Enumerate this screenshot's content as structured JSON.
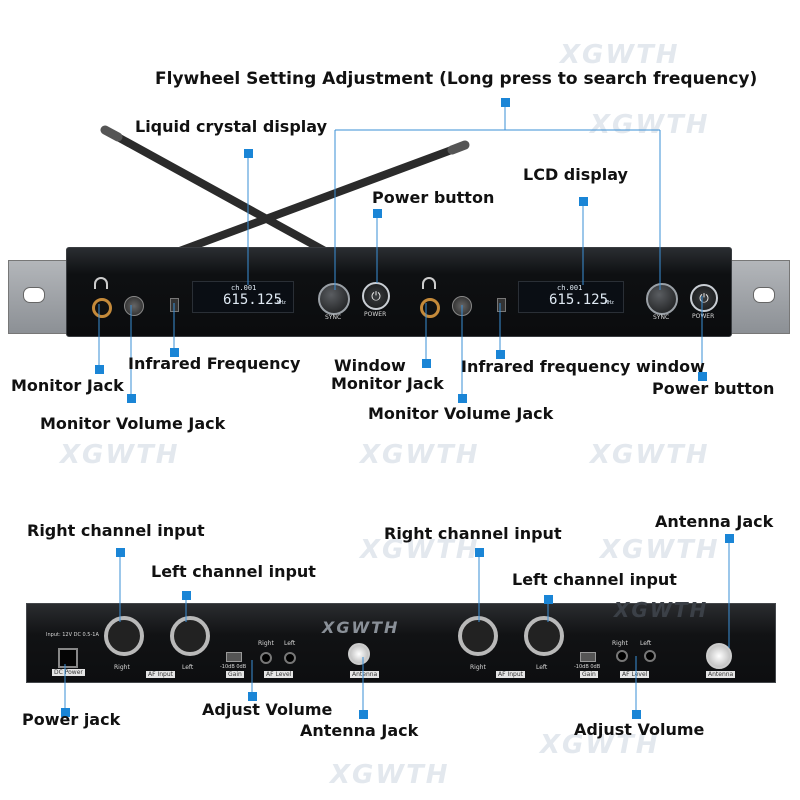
{
  "watermark_text": "XGWTH",
  "front_panel": {
    "channel1": {
      "display_top": "ch.001",
      "display_freq": "615.125",
      "display_unit": "MHz"
    },
    "channel2": {
      "display_top": "ch.001",
      "display_freq": "615.125",
      "display_unit": "MHz"
    },
    "sync_label": "SYNC",
    "power_label": "POWER"
  },
  "rear_panel": {
    "dc_input_text": "Input: 12V DC 0.5-1A",
    "dc_power_label": "DC Power",
    "right_label": "Right",
    "left_label": "Left",
    "af_input_label": "AF Input",
    "gain_label": "Gain",
    "gain_values": "-10dB  0dB",
    "af_level_label": "AF Level",
    "antenna_label": "Antenna",
    "brand": "XGWTH"
  },
  "labels": {
    "flywheel": "Flywheel Setting Adjustment (Long press to search frequency)",
    "liquid_crystal_display": "Liquid crystal display",
    "power_button_1": "Power button",
    "lcd_display": "LCD display",
    "monitor_jack_1": "Monitor Jack",
    "infrared_frequency": "Infrared Frequency",
    "window": "Window",
    "monitor_jack_2": "Monitor Jack",
    "infrared_frequency_window": "Infrared frequency window",
    "power_button_2": "Power button",
    "monitor_volume_jack_1": "Monitor Volume Jack",
    "monitor_volume_jack_2": "Monitor Volume Jack",
    "right_channel_input_1": "Right channel input",
    "right_channel_input_2": "Right channel input",
    "antenna_jack_1": "Antenna Jack",
    "left_channel_input_1": "Left channel input",
    "left_channel_input_2": "Left channel input",
    "power_jack": "Power jack",
    "adjust_volume_1": "Adjust Volume",
    "antenna_jack_2": "Antenna Jack",
    "adjust_volume_2": "Adjust Volume"
  },
  "colors": {
    "marker": "#1a85d6",
    "panel": "#121417",
    "rack_ear": "#9a9ea3"
  }
}
